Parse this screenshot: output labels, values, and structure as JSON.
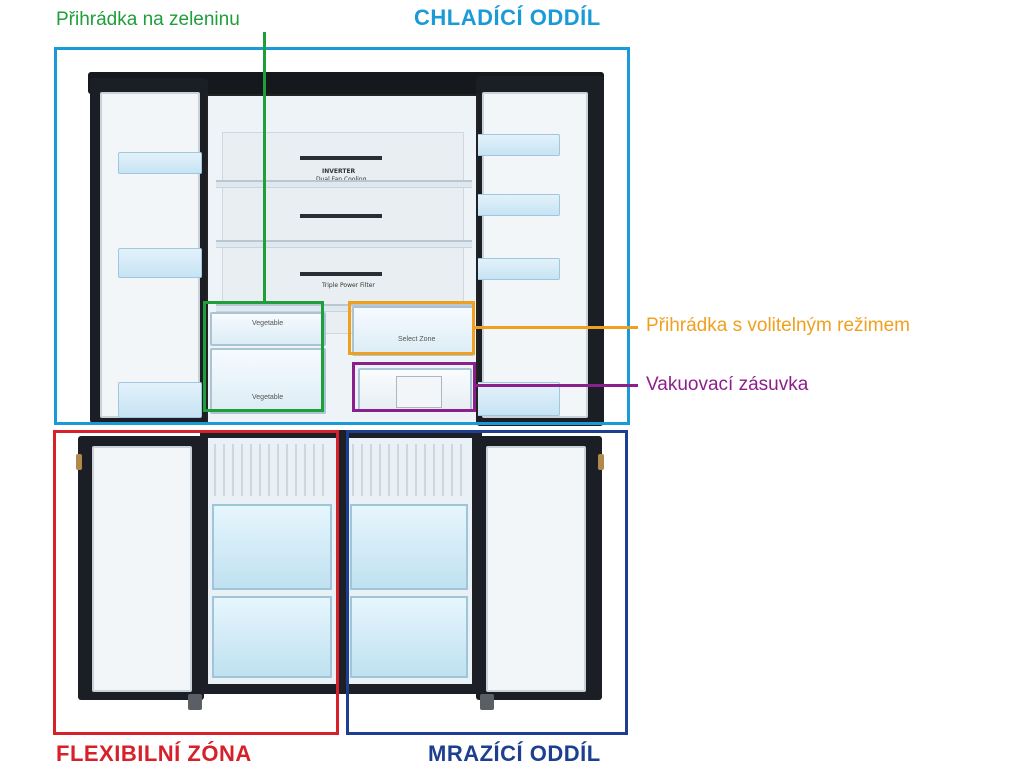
{
  "labels": {
    "cooling_compartment": "CHLADÍCÍ ODDÍL",
    "vegetable_drawer": "Přihrádka na zeleninu",
    "selectable_mode_drawer": "Přihrádka s volitelným režimem",
    "vacuum_drawer": "Vakuovací zásuvka",
    "flexible_zone": "FLEXIBILNÍ ZÓNA",
    "freezer_compartment": "MRAZÍCÍ ODDÍL"
  },
  "fridge_print": {
    "inverter_logo": "INVERTER",
    "dual_fan": "Dual Fan Cooling",
    "filter": "Triple Power Filter",
    "vegetable": "Vegetable",
    "select_zone": "Select Zone"
  },
  "colors": {
    "cooling": "#1a9ad6",
    "vegetable": "#1f9e3a",
    "selectable": "#f0a020",
    "vacuum": "#8b1f8c",
    "flexible": "#d6202a",
    "freezer": "#1e3f8f"
  },
  "icons": {
    "refrigerator": "refrigerator-illustration"
  }
}
